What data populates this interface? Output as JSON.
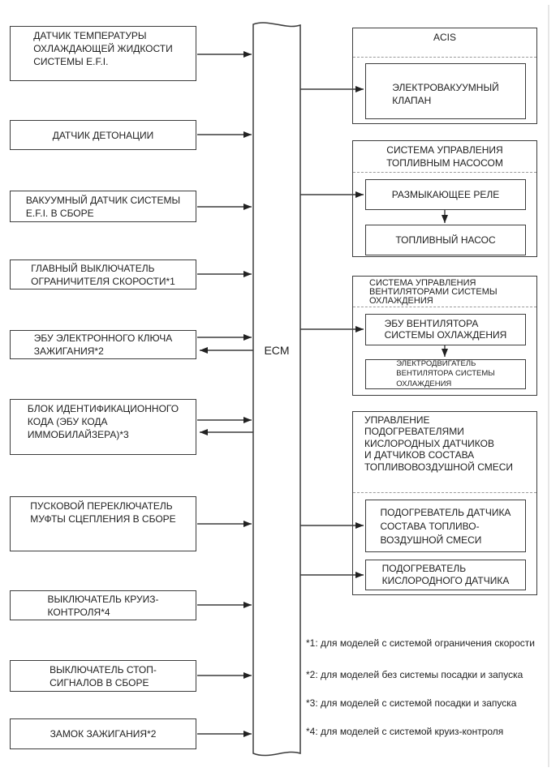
{
  "diagram": {
    "ecm_label": "ECM",
    "left_boxes": [
      {
        "label": "ДАТЧИК ТЕМПЕРАТУРЫ\nОХЛАЖДАЮЩЕЙ ЖИДКОСТИ\nСИСТЕМЫ E.F.I."
      },
      {
        "label": "ДАТЧИК ДЕТОНАЦИИ"
      },
      {
        "label": "ВАКУУМНЫЙ ДАТЧИК СИСТЕМЫ\nE.F.I. В СБОРЕ"
      },
      {
        "label": "ГЛАВНЫЙ ВЫКЛЮЧАТЕЛЬ\nОГРАНИЧИТЕЛЯ СКОРОСТИ*1"
      },
      {
        "label": "ЭБУ ЭЛЕКТРОННОГО КЛЮЧА\nЗАЖИГАНИЯ*2"
      },
      {
        "label": "БЛОК ИДЕНТИФИКАЦИОННОГО\nКОДА (ЭБУ КОДА\nИММОБИЛАЙЗЕРА)*3"
      },
      {
        "label": "ПУСКОВОЙ ПЕРЕКЛЮЧАТЕЛЬ\nМУФТЫ СЦЕПЛЕНИЯ В СБОРЕ"
      },
      {
        "label": "ВЫКЛЮЧАТЕЛЬ КРУИЗ-\nКОНТРОЛЯ*4"
      },
      {
        "label": "ВЫКЛЮЧАТЕЛЬ СТОП-\nСИГНАЛОВ В СБОРЕ"
      },
      {
        "label": "ЗАМОК ЗАЖИГАНИЯ*2"
      }
    ],
    "right_groups": [
      {
        "header": "ACIS",
        "children": [
          "ЭЛЕКТРОВАКУУМНЫЙ\nКЛАПАН"
        ]
      },
      {
        "header": "СИСТЕМА УПРАВЛЕНИЯ\nТОПЛИВНЫМ НАСОСОМ",
        "children": [
          "РАЗМЫКАЮЩЕЕ РЕЛЕ",
          "ТОПЛИВНЫЙ НАСОС"
        ]
      },
      {
        "header": "СИСТЕМА УПРАВЛЕНИЯ\nВЕНТИЛЯТОРАМИ СИСТЕМЫ\nОХЛАЖДЕНИЯ",
        "children": [
          "ЭБУ ВЕНТИЛЯТОРА\nСИСТЕМЫ ОХЛАЖДЕНИЯ",
          "ЭЛЕКТРОДВИГАТЕЛЬ\nВЕНТИЛЯТОРА СИСТЕМЫ\nОХЛАЖДЕНИЯ"
        ]
      },
      {
        "header": "УПРАВЛЕНИЕ\nПОДОГРЕВАТЕЛЯМИ\nКИСЛОРОДНЫХ ДАТЧИКОВ\nИ ДАТЧИКОВ СОСТАВА\nТОПЛИВОВОЗДУШНОЙ СМЕСИ",
        "children": [
          "ПОДОГРЕВАТЕЛЬ ДАТЧИКА\nСОСТАВА ТОПЛИВО-\nВОЗДУШНОЙ СМЕСИ",
          "ПОДОГРЕВАТЕЛЬ\nКИСЛОРОДНОГО ДАТЧИКА"
        ]
      }
    ],
    "footnotes": [
      "*1: для моделей с системой ограничения скорости",
      "*2: для моделей без системы посадки и запуска",
      "*3: для моделей с системой посадки и запуска",
      "*4: для моделей с системой круиз-контроля"
    ],
    "colors": {
      "line": "#3c3c3c",
      "dashed_divider": "#9a9a9a",
      "text": "#1f1f1f",
      "background": "#ffffff",
      "page_edge_line": "#d9d9d9"
    }
  }
}
